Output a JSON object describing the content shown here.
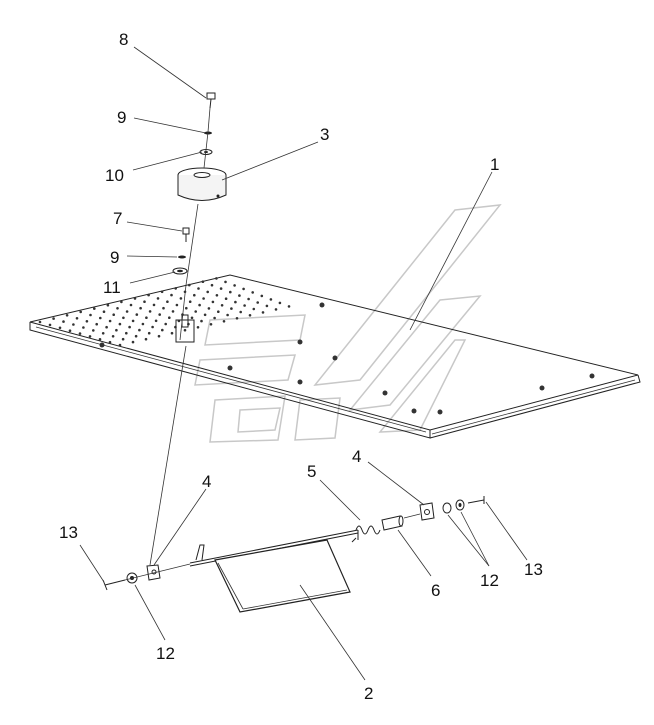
{
  "callouts": [
    "8",
    "9",
    "3",
    "10",
    "1",
    "7",
    "9",
    "11",
    "4",
    "5",
    "4",
    "13",
    "6",
    "12",
    "13",
    "12",
    "2"
  ],
  "watermark": "logo"
}
